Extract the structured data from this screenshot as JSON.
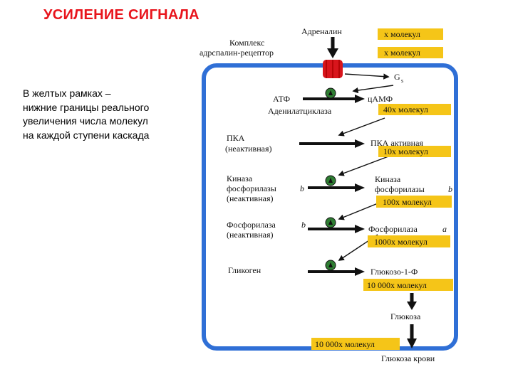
{
  "slide": {
    "title": "УСИЛЕНИЕ СИГНАЛА",
    "note_lines": [
      "В желтых рамках –",
      "нижние границы реального",
      "увеличения числа молекул",
      "на каждой ступени каскада"
    ]
  },
  "diagram": {
    "top_left_label_1": "Комплекс",
    "top_left_label_2": "адрспалин-рецептор",
    "adrenaline": "Адреналин",
    "gs_label": "G",
    "gs_sub": "s",
    "atp": "АТФ",
    "camp": "цАМФ",
    "adenylate_cyclase": "Аденилатциклаза",
    "pka_1": "ПКА",
    "pka_2": "(неактивная)",
    "pka_active": "ПКА активная",
    "kinase_1": "Киназа",
    "kinase_2": "фосфорилазы",
    "kinase_b": "b",
    "kinase_3": "(неактивная)",
    "kinase_r1": "Киназа",
    "kinase_r2": "фосфорилазы",
    "phos_1": "Фосфорилаза",
    "phos_b": "b",
    "phos_2": "(неактивная)",
    "phos_active": "Фосфорилаза",
    "phos_a": "a",
    "glycogen": "Гликоген",
    "g1p": "Глюкозо-1-Ф",
    "glucose": "Глюкоза",
    "blood_glucose": "Глюкоза крови",
    "boxes": {
      "b1": "x молекул",
      "b2": "x молекул",
      "b3": "40x молекул",
      "b4": "10x молекул",
      "b5": "100x молекул",
      "b6": "1000x молекул",
      "b7": "10 000x молекул",
      "b8": "10 000x молекул"
    },
    "colors": {
      "cell_border": "#2f6fd6",
      "box_fill": "#f5c518",
      "receptor": "#d8151c",
      "enzyme_fill": "#2e7d32"
    }
  }
}
